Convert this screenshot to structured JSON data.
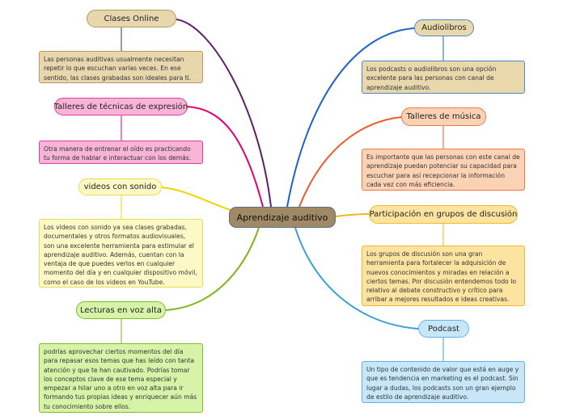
{
  "central": {
    "label": "Aprendizaje auditivo"
  },
  "left": [
    {
      "topic": "Clases Online",
      "note": "Las personas auditivas usualmente necesitan repetir lo que escuchan varias veces.  En ese sentido, las clases grabadas son ideales para ti.",
      "color": "#5e1f6b",
      "fill": "#e8d6ad",
      "border": "#b79a63"
    },
    {
      "topic": "Talleres de técnicas de expresión",
      "note": "Otra manera de entrenar el oído es practicando tu forma de hablar e interactuar con los demás.",
      "color": "#e3006e",
      "fill": "#f7b4d6",
      "border": "#df3f9a"
    },
    {
      "topic": "videos con sonido",
      "note": "Los videos con sonido ya sea clases grabadas, documentales y otros formatos audiovisuales, son una excelente herramienta para estimular el aprendizaje auditivo. Además, cuentan con la ventaja de que puedes verlos en cualquier momento del día y en cualquier dispositivo móvil, como el caso de los videos en YouTube.",
      "color": "#e8d800",
      "fill": "#fdf9c6",
      "border": "#e9dc4e"
    },
    {
      "topic": "Lecturas en voz alta",
      "note": "podrías aprovechar ciertos momentos del día para repasar esos temas que has leído con tanta atención y que te han cautivado.  Podrías tomar los conceptos clave de ese tema especial y empezar a hilar uno a otro en voz alta para ir formando tus propias ideas y enriquecer aún más tu conocimiento sobre ellos.",
      "color": "#7fb51d",
      "fill": "#d6f3a8",
      "border": "#7fbd2a"
    }
  ],
  "right": [
    {
      "topic": "Audiolibros",
      "note": "Los podcasts o audiolibros son una opción excelente para las personas con canal de aprendizaje auditivo.",
      "color": "#1d62c9",
      "fill": "#ead8ad",
      "border": "#4d86c9"
    },
    {
      "topic": "Talleres de música",
      "note": "Es importante que las personas con este canal de aprendizaje puedan potenciar su capacidad para escuchar para así recepcionar la información cada vez con más eficiencia.",
      "color": "#ef5a2c",
      "fill": "#fcd2b5",
      "border": "#ef7a4b"
    },
    {
      "topic": "Participación en grupos de discusión",
      "note": "Los grupos de discusión son una gran herramienta para fortalecer la adquisición de nuevos conocimientos y miradas en relación a ciertos temas. Por discusión entendemos todo lo relativo al debate constructivo y crítico para arribar a mejores resultados e ideas creativas.",
      "color": "#f2b21c",
      "fill": "#fde3a0",
      "border": "#f2b72a"
    },
    {
      "topic": "Podcast",
      "note": "Un tipo de contenido de valor que está en auge y que es tendencia en marketing es el podcast. Sin lugar a dudas, los podcasts son un gran ejemplo de estilo de aprendizaje auditivo.",
      "color": "#3a9fd8",
      "fill": "#c7e7f8",
      "border": "#62b3e2"
    }
  ]
}
